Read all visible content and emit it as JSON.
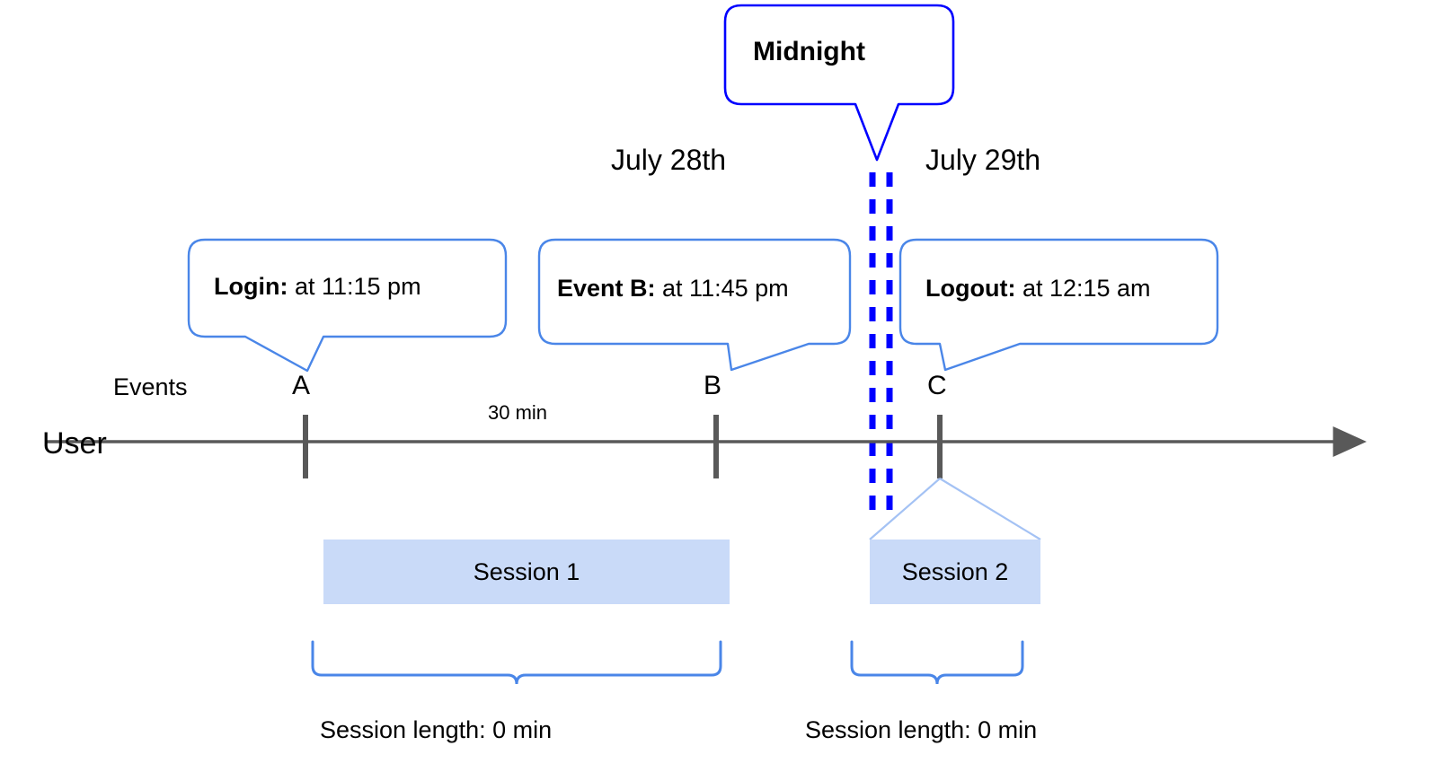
{
  "diagram": {
    "title_callout": {
      "label": "Midnight",
      "border_color": "#0000ff"
    },
    "dates": [
      {
        "label": "July 28th"
      },
      {
        "label": "July 29th"
      }
    ],
    "row_labels": {
      "events": "Events",
      "user": "User"
    },
    "event_callouts": [
      {
        "name": "login",
        "bold": "Login:",
        "rest": " at 11:15 pm",
        "border_color": "#4a86e8"
      },
      {
        "name": "event-b",
        "bold": "Event B:",
        "rest": " at 11:45 pm",
        "border_color": "#4a86e8"
      },
      {
        "name": "logout",
        "bold": "Logout:",
        "rest": " at 12:15 am",
        "border_color": "#4a86e8"
      }
    ],
    "event_markers": [
      {
        "letter": "A"
      },
      {
        "letter": "B"
      },
      {
        "letter": "C"
      }
    ],
    "interval_label": "30 min",
    "sessions": [
      {
        "label": "Session 1",
        "fill": "#c9daf8"
      },
      {
        "label": "Session 2",
        "fill": "#c9daf8"
      }
    ],
    "session_lengths": [
      {
        "label": "Session length: 0 min"
      },
      {
        "label": "Session length: 0 min"
      }
    ],
    "colors": {
      "axis": "#595959",
      "tick": "#595959",
      "callout_blue": "#4a86e8",
      "midnight_blue": "#0000ff",
      "session_fill": "#c9daf8",
      "brace": "#4a86e8",
      "funnel": "#a4c2f4"
    }
  }
}
